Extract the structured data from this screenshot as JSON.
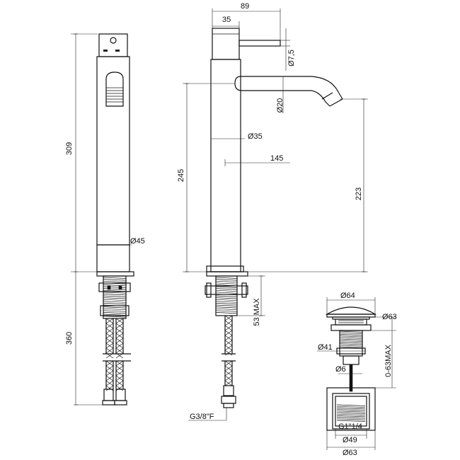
{
  "dimensions": {
    "d309": "309",
    "d360": "360",
    "d89": "89",
    "d35": "35",
    "d7_5": "Ø7,5",
    "d20": "Ø20",
    "d35_dia": "Ø35",
    "d145": "145",
    "d245": "245",
    "d223": "223",
    "d45": "Ø45",
    "d53max": "53 MAX",
    "g38": "G3/8\"F",
    "d64": "Ø64",
    "d63_side": "Ø63",
    "d41": "Ø41",
    "d6": "Ø6",
    "d063max": "0-63MAX",
    "g114": "G1\"1/4",
    "d49": "Ø49",
    "d63_bottom": "Ø63"
  },
  "icons": {
    "front_view": "faucet-front-view",
    "side_view": "faucet-side-view",
    "drain_view": "pop-up-waste-drain"
  }
}
